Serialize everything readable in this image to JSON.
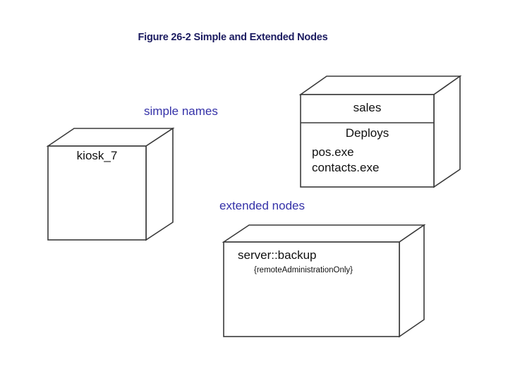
{
  "figure": {
    "title": "Figure 26-2 Simple and Extended Nodes",
    "title_color": "#1b1b60",
    "annotation_color": "#3431a8",
    "background": "#ffffff",
    "stroke_color": "#3a3a3a"
  },
  "annotations": [
    {
      "name": "simple-names",
      "label": "simple names"
    },
    {
      "name": "extended-nodes",
      "label": "extended nodes"
    }
  ],
  "nodes": [
    {
      "id": "kiosk",
      "name": "kiosk_7",
      "kind": "simple-node",
      "compartments": []
    },
    {
      "id": "sales",
      "name": "sales",
      "kind": "extended-node",
      "compartments": [
        {
          "heading": "Deploys",
          "items": [
            "pos.exe",
            "contacts.exe"
          ]
        }
      ]
    },
    {
      "id": "backup",
      "name": "server::backup",
      "kind": "extended-node",
      "constraint": "{remoteAdministrationOnly}",
      "compartments": []
    }
  ]
}
